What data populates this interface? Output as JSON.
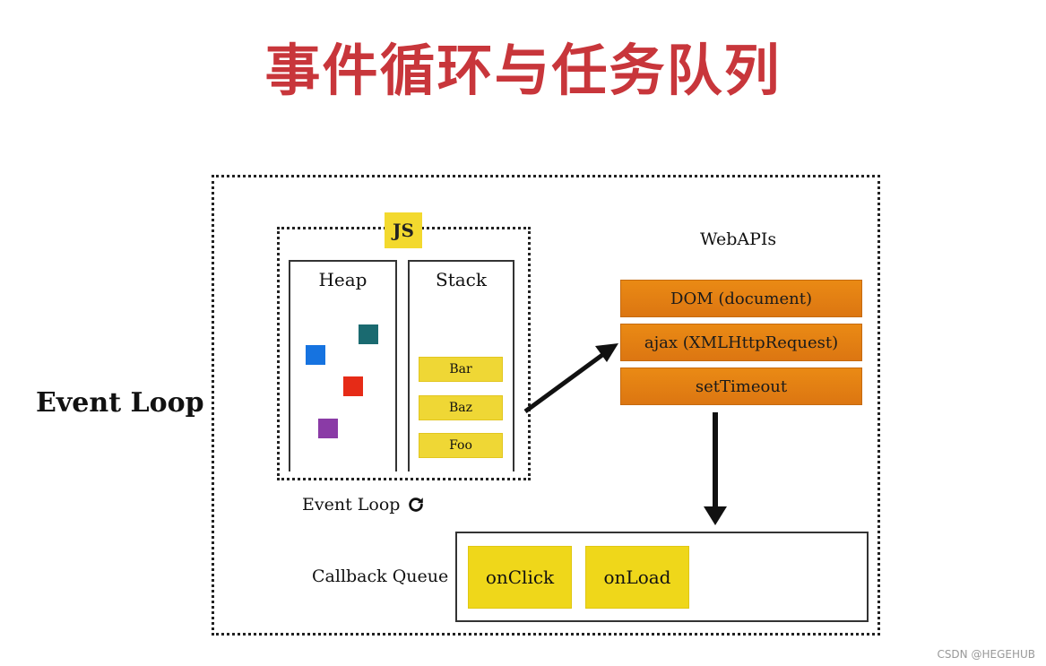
{
  "title": "事件循环与任务队列",
  "side_label": "Event Loop",
  "diagram": {
    "js_badge": "JS",
    "heap": {
      "title": "Heap",
      "objects": [
        {
          "name": "heap-object-teal",
          "color": "#1a6a70"
        },
        {
          "name": "heap-object-blue",
          "color": "#1673e0"
        },
        {
          "name": "heap-object-red",
          "color": "#e62b17"
        },
        {
          "name": "heap-object-purple",
          "color": "#8a3ba6"
        }
      ]
    },
    "stack": {
      "title": "Stack",
      "frames": [
        "Bar",
        "Baz",
        "Foo"
      ]
    },
    "webapis": {
      "title": "WebAPIs",
      "items": [
        "DOM (document)",
        "ajax (XMLHttpRequest)",
        "setTimeout"
      ]
    },
    "event_loop": {
      "label": "Event Loop",
      "icon": "refresh-icon"
    },
    "callback_queue": {
      "label": "Callback Queue",
      "items": [
        "onClick",
        "onLoad"
      ]
    }
  },
  "watermark": "CSDN @HEGEHUB",
  "colors": {
    "title": "#c8363b",
    "js_badge": "#f3d92e",
    "stack_frame": "#efd735",
    "webapi": "#e07f14",
    "queue_item": "#efd71a"
  }
}
